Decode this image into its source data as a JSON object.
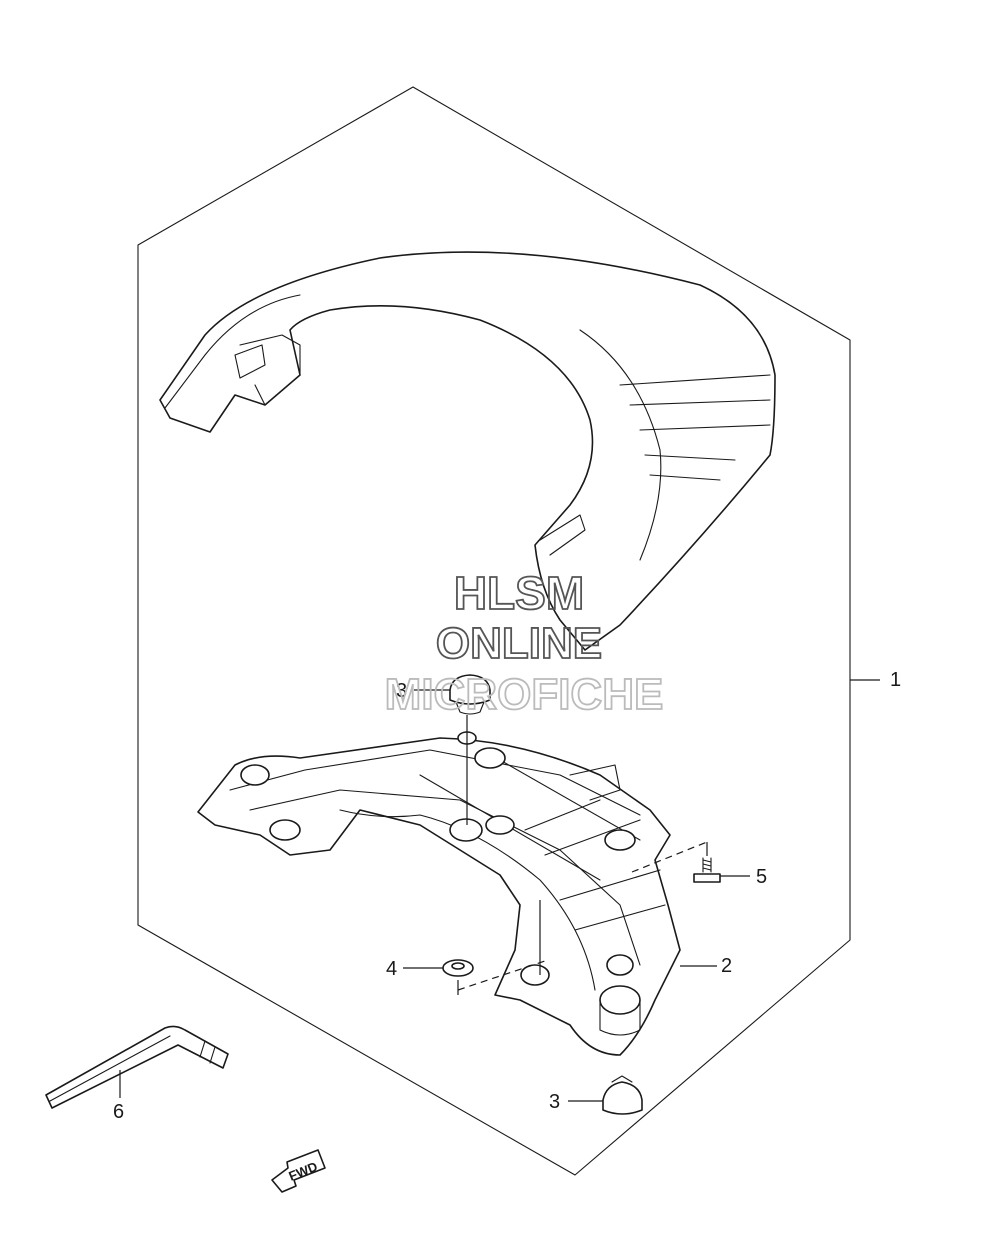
{
  "diagram": {
    "watermark": {
      "line1": "HLSM",
      "line2": "ONLINE",
      "line3": "MICROFICHE"
    },
    "callouts": {
      "c1": "1",
      "c2": "2",
      "c3_top": "3",
      "c3_bottom": "3",
      "c4": "4",
      "c5": "5",
      "c6": "6"
    },
    "direction_label": "FWD",
    "colors": {
      "line": "#1a1a1a",
      "background": "#ffffff",
      "watermark_dark": "#555555",
      "watermark_light": "#bbbbbb"
    }
  }
}
